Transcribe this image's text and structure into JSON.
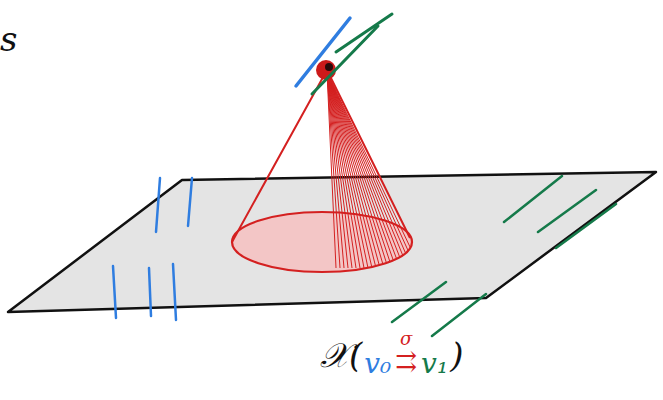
{
  "diagram": {
    "labels": [
      "s",
      "𝒳(",
      "v₀",
      "σ",
      "⇉",
      "v₁",
      ")"
    ]
  }
}
